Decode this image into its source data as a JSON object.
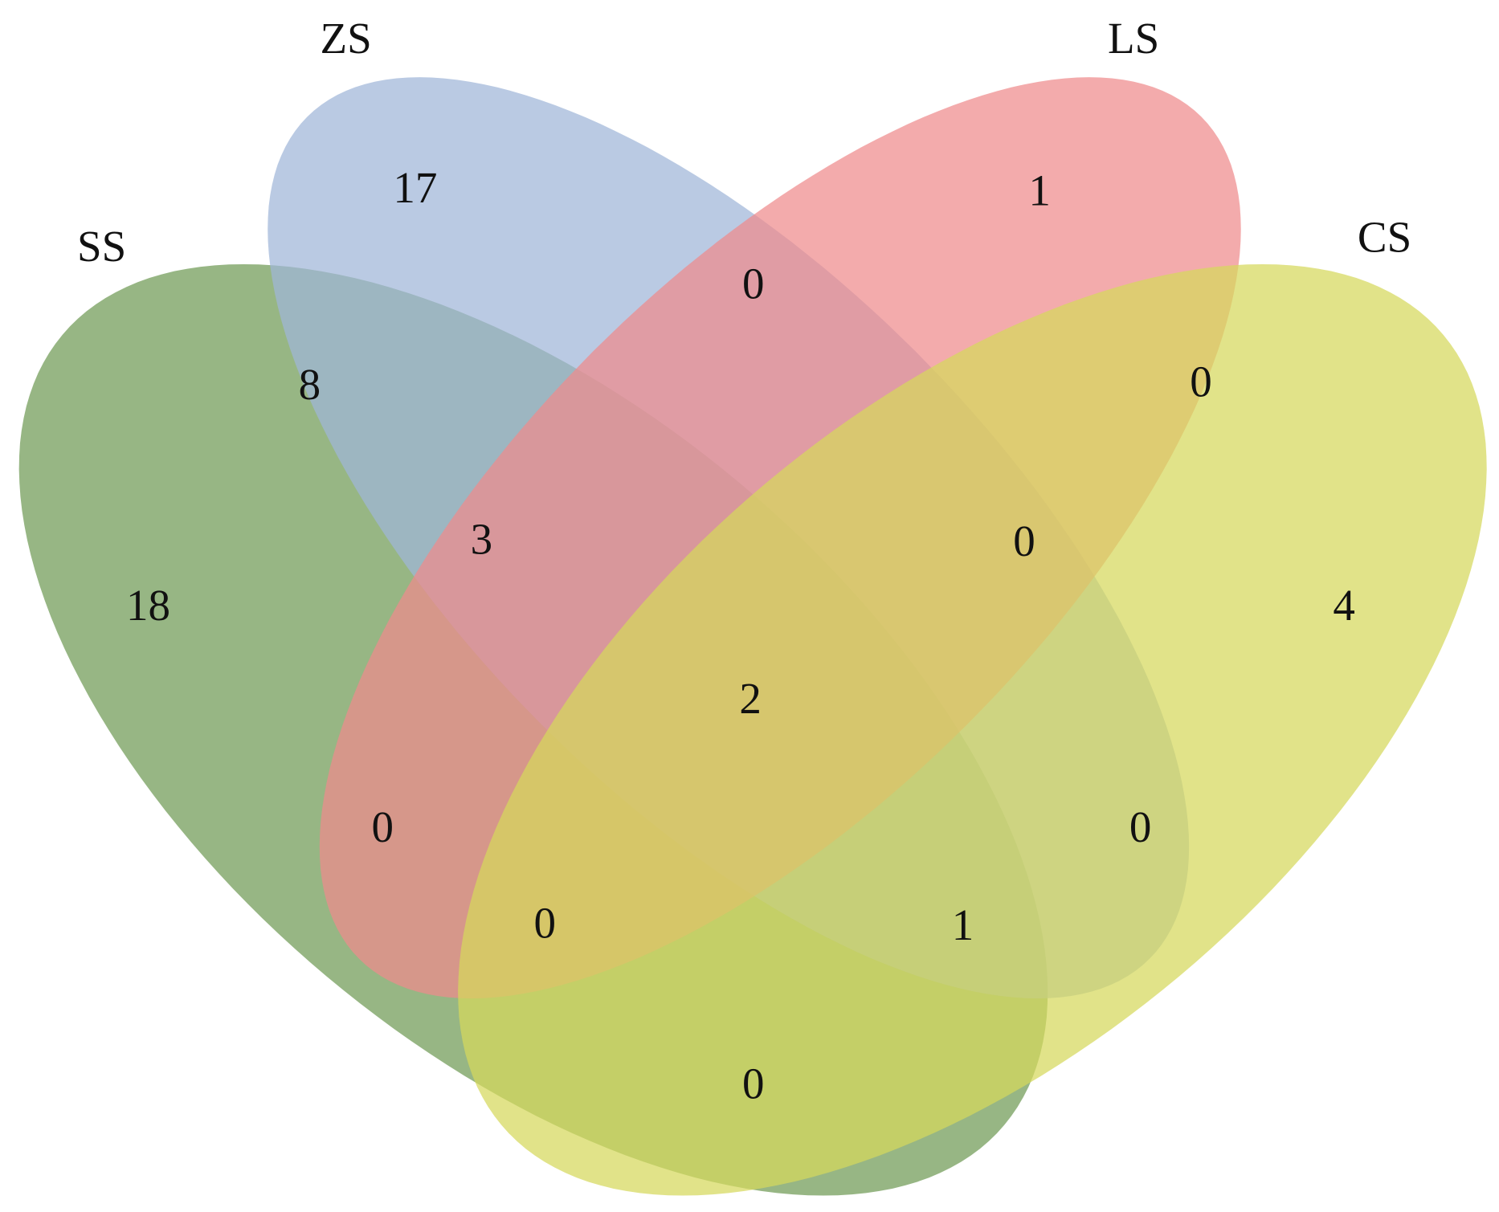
{
  "chart_data": {
    "type": "venn",
    "title": "",
    "sets": [
      {
        "name": "SS",
        "color": "#6f9a55"
      },
      {
        "name": "ZS",
        "color": "#9fb6d8"
      },
      {
        "name": "LS",
        "color": "#ee8a8c"
      },
      {
        "name": "CS",
        "color": "#d6d85c"
      }
    ],
    "regions": [
      {
        "sets": [
          "ZS"
        ],
        "value": "17"
      },
      {
        "sets": [
          "LS"
        ],
        "value": "1"
      },
      {
        "sets": [
          "SS"
        ],
        "value": "18"
      },
      {
        "sets": [
          "CS"
        ],
        "value": "4"
      },
      {
        "sets": [
          "ZS",
          "LS"
        ],
        "value": "0"
      },
      {
        "sets": [
          "SS",
          "ZS"
        ],
        "value": "8"
      },
      {
        "sets": [
          "LS",
          "CS"
        ],
        "value": "0"
      },
      {
        "sets": [
          "SS",
          "ZS",
          "LS"
        ],
        "value": "3"
      },
      {
        "sets": [
          "ZS",
          "LS",
          "CS"
        ],
        "value": "0"
      },
      {
        "sets": [
          "SS",
          "ZS",
          "LS",
          "CS"
        ],
        "value": "2"
      },
      {
        "sets": [
          "SS",
          "LS"
        ],
        "value": "0"
      },
      {
        "sets": [
          "ZS",
          "CS"
        ],
        "value": "0"
      },
      {
        "sets": [
          "SS",
          "LS",
          "CS"
        ],
        "value": "0"
      },
      {
        "sets": [
          "SS",
          "ZS",
          "CS"
        ],
        "value": "1"
      },
      {
        "sets": [
          "SS",
          "CS"
        ],
        "value": "0"
      }
    ]
  }
}
